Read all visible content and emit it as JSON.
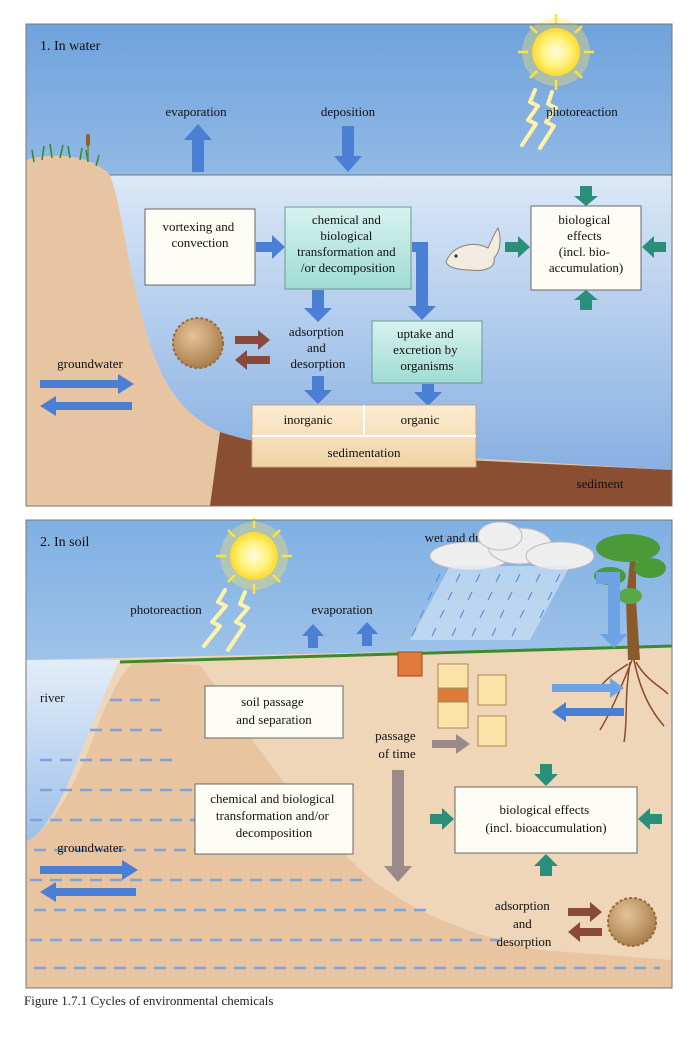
{
  "panel1": {
    "title": "1. In water",
    "labels": {
      "evaporation": "evaporation",
      "deposition": "deposition",
      "photoreaction": "photoreaction",
      "groundwater": "groundwater",
      "sediment": "sediment"
    },
    "boxes": {
      "vortexing": [
        "vortexing and",
        "convection"
      ],
      "transformation": [
        "chemical and",
        "biological",
        "transformation and",
        "/or decomposition"
      ],
      "biological_effects": [
        "biological",
        "effects",
        "(incl. bio-",
        "accumulation)"
      ],
      "adsorption": [
        "adsorption",
        "and",
        "desorption"
      ],
      "uptake": [
        "uptake and",
        "excretion by",
        "organisms"
      ],
      "inorganic": "inorganic",
      "organic": "organic",
      "sedimentation": "sedimentation"
    }
  },
  "panel2": {
    "title": "2. In soil",
    "labels": {
      "wet_dry": "wet and dry deposition",
      "photoreaction": "photoreaction",
      "evaporation": "evaporation",
      "river": "river",
      "passage_of_time": [
        "passage",
        "of time"
      ],
      "groundwater": "groundwater",
      "adsorption": [
        "adsorption",
        "and",
        "desorption"
      ]
    },
    "boxes": {
      "soil_passage": [
        "soil passage",
        "and separation"
      ],
      "transformation": [
        "chemical and biological",
        "transformation and/or",
        "decomposition"
      ],
      "biological_effects": [
        "biological effects",
        "(incl. bioaccumulation)"
      ]
    }
  },
  "caption": "Figure 1.7.1 Cycles of environmental chemicals",
  "colors": {
    "blue_arrow": "#4a7fd4",
    "teal_arrow": "#2a8f7a",
    "brown_arrow": "#8a4a3a",
    "gray_arrow": "#9a8a8a",
    "soil": "#e8c9a8",
    "water": "#a9c8ec",
    "sky": "#c9dff5"
  }
}
